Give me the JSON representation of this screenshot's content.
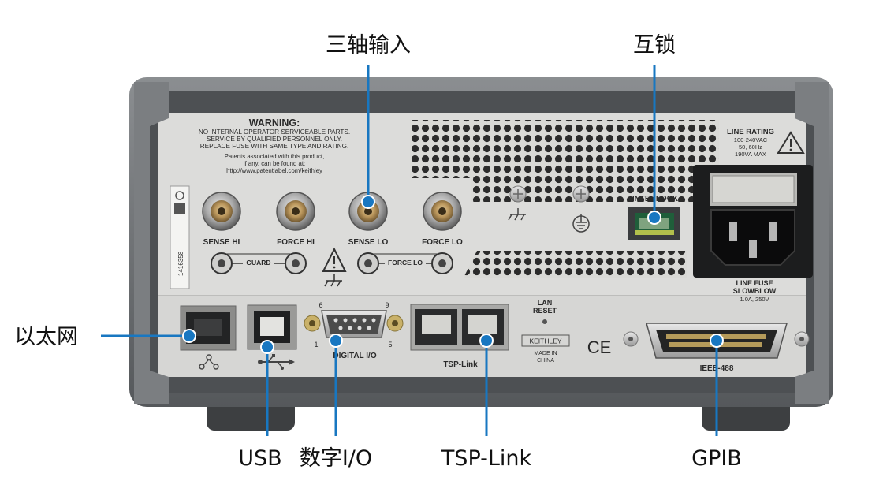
{
  "callouts": {
    "triax": "三轴输入",
    "interlock": "互锁",
    "ethernet": "以太网",
    "usb": "USB",
    "digital_io": "数字I/O",
    "tsp_link": "TSP-Link",
    "gpib": "GPIB"
  },
  "panel": {
    "warning_title": "WARNING:",
    "warning_lines": [
      "NO INTERNAL OPERATOR SERVICEABLE PARTS.",
      "SERVICE BY QUALIFIED PERSONNEL ONLY.",
      "REPLACE FUSE WITH SAME TYPE AND RATING."
    ],
    "patent_lines": [
      "Patents associated with this product,",
      "if any, can be found at:",
      "http://www.patentlabel.com/keithley"
    ],
    "triax_labels": [
      "SENSE HI",
      "FORCE HI",
      "SENSE LO",
      "FORCE LO"
    ],
    "guard_label": "GUARD",
    "force_lo_label": "FORCE LO",
    "interlock_label": "INTERLOCK",
    "line_rating_title": "LINE RATING",
    "line_rating_lines": [
      "100-240VAC",
      "50, 60Hz",
      "190VA MAX"
    ],
    "line_fuse_lines": [
      "LINE FUSE",
      "SLOWBLOW",
      "1.0A, 250V"
    ],
    "serial_number": "1416358",
    "dio_pin_labels": [
      "6",
      "9",
      "1",
      "5"
    ],
    "digital_io_label": "DIGITAL I/O",
    "lan_reset_lines": [
      "LAN",
      "RESET"
    ],
    "tsp_link_label": "TSP-Link",
    "brand_badge": "KEITHLEY",
    "made_in_lines": [
      "MADE IN",
      "CHINA"
    ],
    "ce_mark": "CE",
    "ieee_label": "IEEE-488"
  },
  "colors": {
    "callout_line": "#1877c1",
    "callout_dot": "#1877c1",
    "chassis": "#6a6d70",
    "panel_face": "#dcdcda",
    "lower_band": "#d6d6d4"
  }
}
